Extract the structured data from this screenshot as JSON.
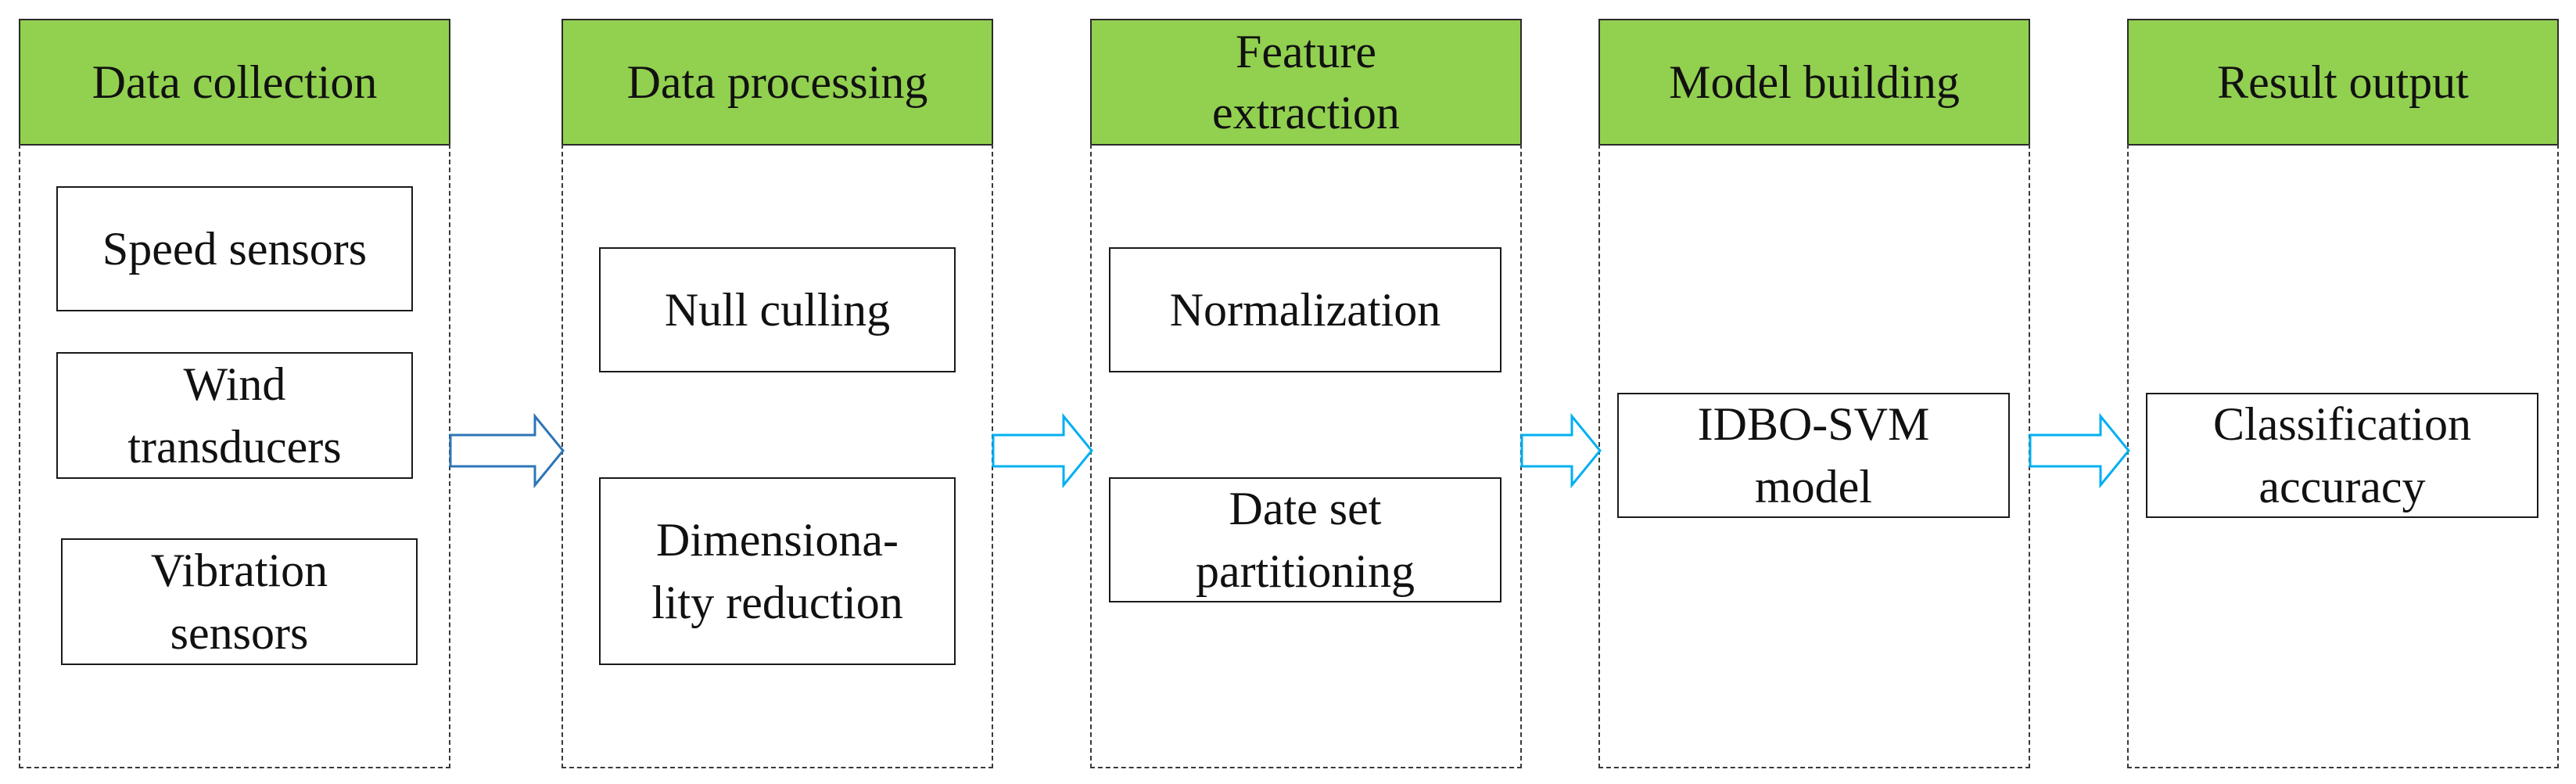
{
  "diagram": {
    "stages": [
      {
        "header": "Data collection",
        "nodes": [
          "Speed sensors",
          "Wind\ntransducers",
          "Vibration\nsensors"
        ]
      },
      {
        "header": "Data processing",
        "nodes": [
          "Null culling",
          "Dimensiona-\nlity reduction"
        ]
      },
      {
        "header": "Feature\nextraction",
        "nodes": [
          "Normalization",
          "Date set\npartitioning"
        ]
      },
      {
        "header": "Model building",
        "nodes": [
          "IDBO-SVM\nmodel"
        ]
      },
      {
        "header": "Result output",
        "nodes": [
          "Classification\naccuracy"
        ]
      }
    ],
    "colors": {
      "header_fill": "#92d050",
      "arrow_first": "#2e75b6",
      "arrow_other": "#00b0f0"
    }
  }
}
